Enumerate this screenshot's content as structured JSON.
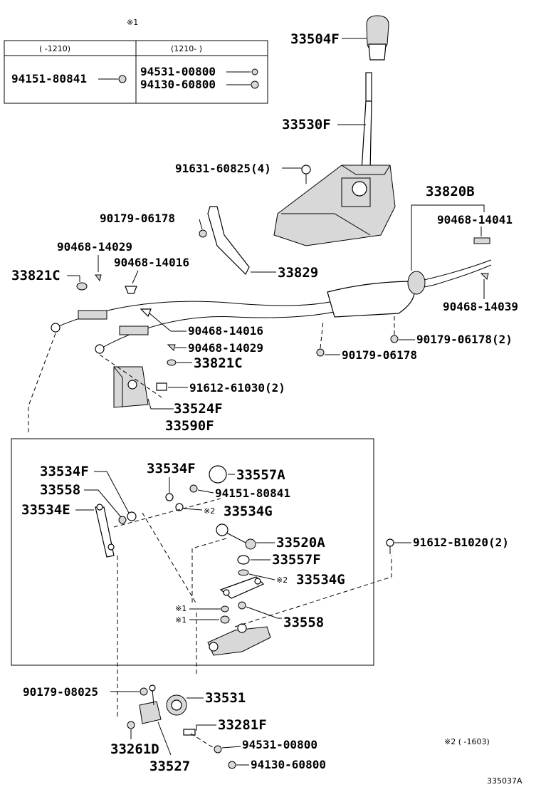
{
  "note_mark": "※1",
  "table": {
    "col1_header": "(    -1210)",
    "col2_header": "(1210-     )",
    "col1_part": "94151-80841",
    "col2_parts": [
      "94531-00800",
      "94130-60800"
    ]
  },
  "labels": {
    "p33504F": "33504F",
    "p33530F": "33530F",
    "p91631": "91631-60825(4)",
    "p33820B": "33820B",
    "p90468_14041": "90468-14041",
    "p90179_06178_top": "90179-06178",
    "p90468_14029_top": "90468-14029",
    "p90468_14016_top": "90468-14016",
    "p33821C_left": "33821C",
    "p33829": "33829",
    "p90468_14039": "90468-14039",
    "p90468_14016_mid": "90468-14016",
    "p90468_14029_mid": "90468-14029",
    "p90179_06178_2": "90179-06178(2)",
    "p90179_06178_mid": "90179-06178",
    "p33821C_mid": "33821C",
    "p91612_61030": "91612-61030(2)",
    "p33524F": "33524F",
    "p33590F": "33590F",
    "p33534F_left": "33534F",
    "p33534F_right": "33534F",
    "p33557A": "33557A",
    "p33558_left": "33558",
    "p94151_80841": "94151-80841",
    "p33534E": "33534E",
    "p33534G_1": "33534G",
    "p33520A": "33520A",
    "p91612_B1020": "91612-B1020(2)",
    "p33557F": "33557F",
    "p33534G_2": "33534G",
    "p33558_right": "33558",
    "p90179_08025": "90179-08025",
    "p33531": "33531",
    "p33281F": "33281F",
    "p94531_00800": "94531-00800",
    "p33261D": "33261D",
    "p94130_60800": "94130-60800",
    "p33527": "33527",
    "mark2a": "※2",
    "mark2b": "※2",
    "mark1a": "※1",
    "mark1b": "※1"
  },
  "footnote": "※2 (     -1603)",
  "figure_id": "335037A"
}
